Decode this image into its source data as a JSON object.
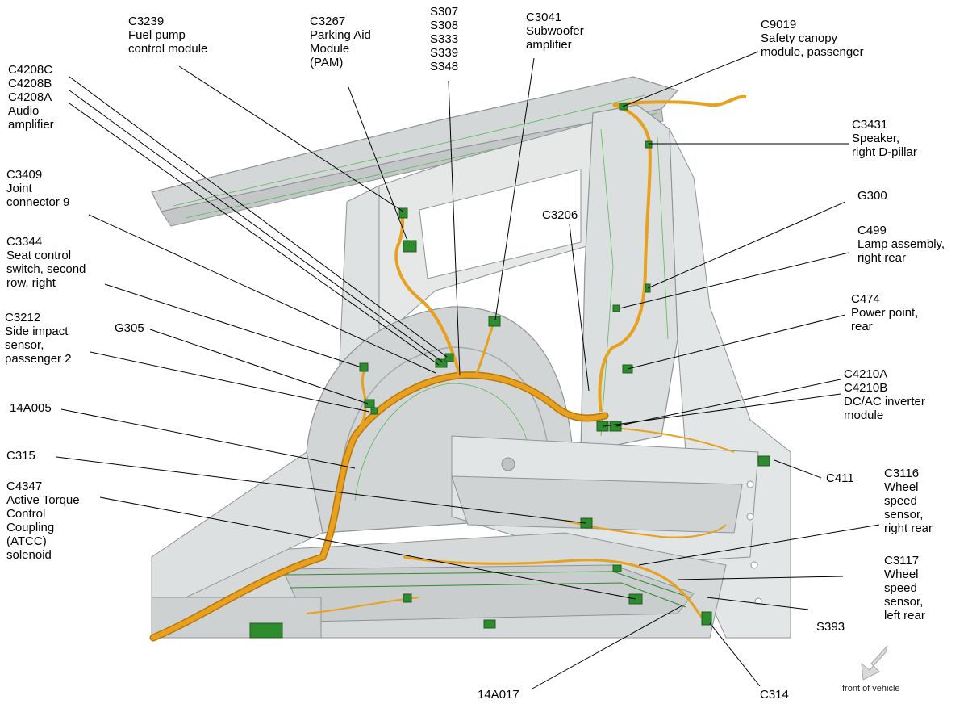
{
  "diagram": {
    "colors": {
      "harness": "#e8a11e",
      "harness_dark": "#b8760c",
      "connector": "#2e8b2e",
      "body_panel": "#d9dcdc",
      "panel_edge": "#8e9494",
      "leader": "#000000"
    },
    "labels": {
      "c3239": [
        "C3239",
        "Fuel pump",
        "control module"
      ],
      "c3267": [
        "C3267",
        "Parking Aid",
        "Module",
        "(PAM)"
      ],
      "s307": [
        "S307",
        "S308",
        "S333",
        "S339",
        "S348"
      ],
      "c3041": [
        "C3041",
        "Subwoofer",
        "amplifier"
      ],
      "c9019": [
        "C9019",
        "Safety canopy",
        "module, passenger"
      ],
      "c4208": [
        "C4208C",
        "C4208B",
        "C4208A",
        "Audio",
        "amplifier"
      ],
      "c3431": [
        "C3431",
        "Speaker,",
        "right D-pillar"
      ],
      "c3409": [
        "C3409",
        "Joint",
        "connector 9"
      ],
      "g300": [
        "G300"
      ],
      "c3206": [
        "C3206"
      ],
      "c499": [
        "C499",
        "Lamp assembly,",
        "right rear"
      ],
      "c3344": [
        "C3344",
        "Seat control",
        "switch, second",
        "row, right"
      ],
      "c474": [
        "C474",
        "Power point,",
        "rear"
      ],
      "c3212": [
        "C3212",
        "Side impact",
        "sensor,",
        "passenger 2"
      ],
      "g305": [
        "G305"
      ],
      "c4210": [
        "C4210A",
        "C4210B",
        "DC/AC inverter",
        "module"
      ],
      "p14a005": [
        "14A005"
      ],
      "c315": [
        "C315"
      ],
      "c411": [
        "C411"
      ],
      "c3116": [
        "C3116",
        "Wheel",
        "speed",
        "sensor,",
        "right rear"
      ],
      "c4347": [
        "C4347",
        "Active Torque",
        "Control",
        "Coupling",
        "(ATCC)",
        "solenoid"
      ],
      "c3117": [
        "C3117",
        "Wheel",
        "speed",
        "sensor,",
        "left rear"
      ],
      "s393": [
        "S393"
      ],
      "p14a017": [
        "14A017"
      ],
      "c314": [
        "C314"
      ],
      "front": [
        "front of vehicle"
      ]
    }
  }
}
